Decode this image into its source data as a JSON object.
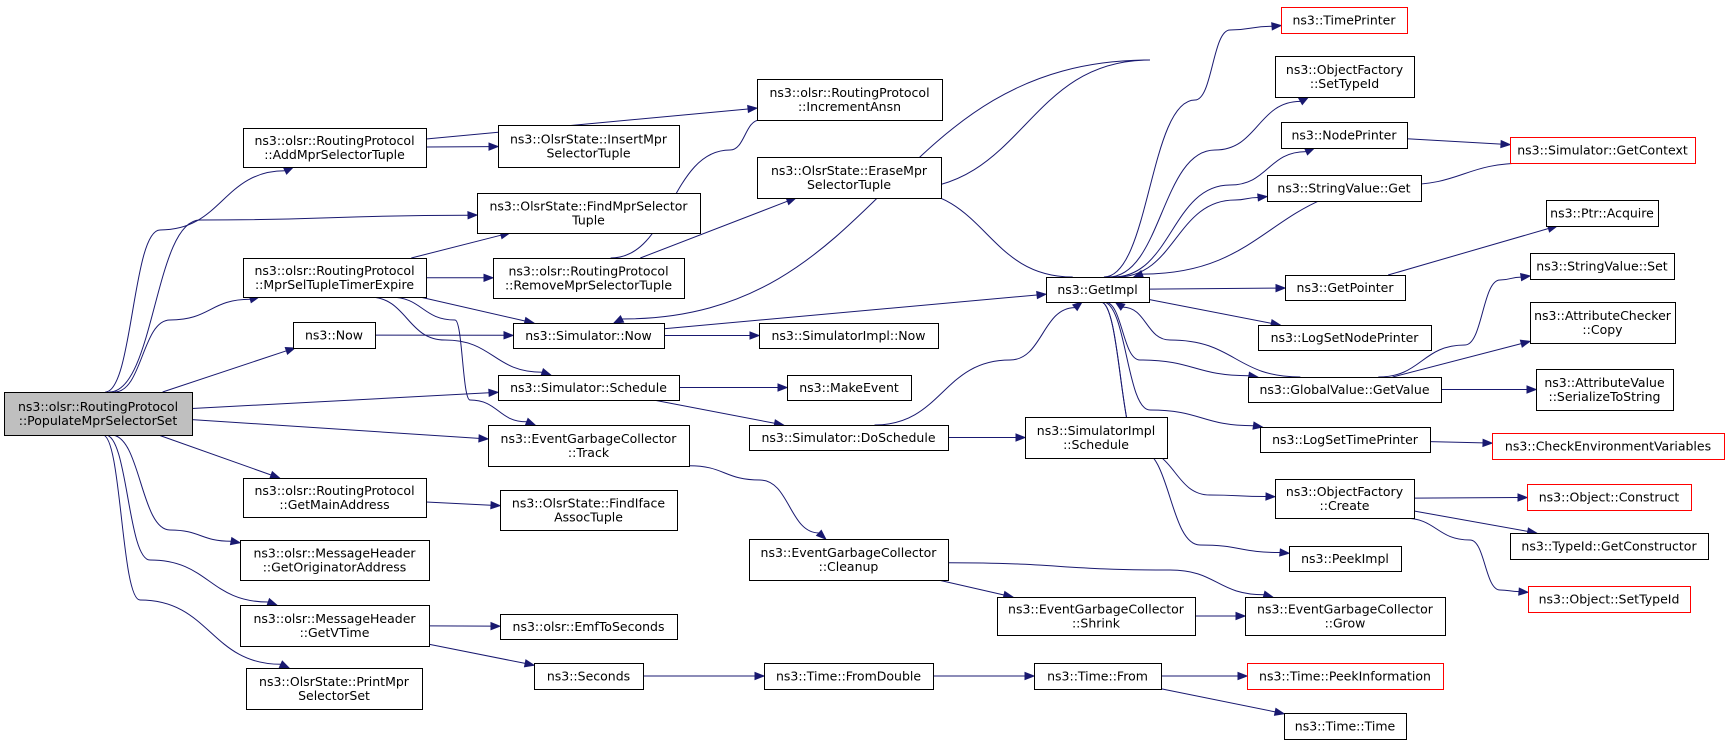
{
  "colors": {
    "edge": "#191970",
    "root_fill": "#bfbfbf",
    "border": "#000000",
    "external_border": "#ff0000"
  },
  "nodes": [
    {
      "id": "populate",
      "lines": [
        "ns3::olsr::RoutingProtocol",
        "::PopulateMprSelectorSet"
      ],
      "style": "root"
    },
    {
      "id": "addmpr",
      "lines": [
        "ns3::olsr::RoutingProtocol",
        "::AddMprSelectorTuple"
      ]
    },
    {
      "id": "mprseltimer",
      "lines": [
        "ns3::olsr::RoutingProtocol",
        "::MprSelTupleTimerExpire"
      ]
    },
    {
      "id": "now",
      "lines": [
        "ns3::Now"
      ]
    },
    {
      "id": "getmainaddr",
      "lines": [
        "ns3::olsr::RoutingProtocol",
        "::GetMainAddress"
      ]
    },
    {
      "id": "getorig",
      "lines": [
        "ns3::olsr::MessageHeader",
        "::GetOriginatorAddress"
      ]
    },
    {
      "id": "getvtime",
      "lines": [
        "ns3::olsr::MessageHeader",
        "::GetVTime"
      ]
    },
    {
      "id": "printmpr",
      "lines": [
        "ns3::OlsrState::PrintMpr",
        "SelectorSet"
      ]
    },
    {
      "id": "insertmpr",
      "lines": [
        "ns3::OlsrState::InsertMpr",
        "SelectorTuple"
      ]
    },
    {
      "id": "findmpr",
      "lines": [
        "ns3::OlsrState::FindMprSelector",
        "Tuple"
      ]
    },
    {
      "id": "removempr",
      "lines": [
        "ns3::olsr::RoutingProtocol",
        "::RemoveMprSelectorTuple"
      ]
    },
    {
      "id": "simnow",
      "lines": [
        "ns3::Simulator::Now"
      ]
    },
    {
      "id": "simschedule",
      "lines": [
        "ns3::Simulator::Schedule"
      ]
    },
    {
      "id": "egctrack",
      "lines": [
        "ns3::EventGarbageCollector",
        "::Track"
      ]
    },
    {
      "id": "findiface",
      "lines": [
        "ns3::OlsrState::FindIface",
        "AssocTuple"
      ]
    },
    {
      "id": "emftosec",
      "lines": [
        "ns3::olsr::EmfToSeconds"
      ]
    },
    {
      "id": "seconds",
      "lines": [
        "ns3::Seconds"
      ]
    },
    {
      "id": "incansn",
      "lines": [
        "ns3::olsr::RoutingProtocol",
        "::IncrementAnsn"
      ]
    },
    {
      "id": "erasempr",
      "lines": [
        "ns3::OlsrState::EraseMpr",
        "SelectorTuple"
      ]
    },
    {
      "id": "simimplnow",
      "lines": [
        "ns3::SimulatorImpl::Now"
      ]
    },
    {
      "id": "makeevent",
      "lines": [
        "ns3::MakeEvent"
      ]
    },
    {
      "id": "dosched",
      "lines": [
        "ns3::Simulator::DoSchedule"
      ]
    },
    {
      "id": "egccleanup",
      "lines": [
        "ns3::EventGarbageCollector",
        "::Cleanup"
      ]
    },
    {
      "id": "fromdouble",
      "lines": [
        "ns3::Time::FromDouble"
      ]
    },
    {
      "id": "getimpl",
      "lines": [
        "ns3::GetImpl"
      ]
    },
    {
      "id": "simimplsched",
      "lines": [
        "ns3::SimulatorImpl",
        "::Schedule"
      ]
    },
    {
      "id": "egcshrink",
      "lines": [
        "ns3::EventGarbageCollector",
        "::Shrink"
      ]
    },
    {
      "id": "timefrom",
      "lines": [
        "ns3::Time::From"
      ]
    },
    {
      "id": "timeprinter",
      "lines": [
        "ns3::TimePrinter"
      ],
      "style": "red"
    },
    {
      "id": "ofsettypeid",
      "lines": [
        "ns3::ObjectFactory",
        "::SetTypeId"
      ]
    },
    {
      "id": "nodeprinter",
      "lines": [
        "ns3::NodePrinter"
      ]
    },
    {
      "id": "strvalget",
      "lines": [
        "ns3::StringValue::Get"
      ]
    },
    {
      "id": "getpointer",
      "lines": [
        "ns3::GetPointer"
      ]
    },
    {
      "id": "logsetnode",
      "lines": [
        "ns3::LogSetNodePrinter"
      ]
    },
    {
      "id": "gvgetvalue",
      "lines": [
        "ns3::GlobalValue::GetValue"
      ]
    },
    {
      "id": "logsettime",
      "lines": [
        "ns3::LogSetTimePrinter"
      ]
    },
    {
      "id": "ofcreate",
      "lines": [
        "ns3::ObjectFactory",
        "::Create"
      ]
    },
    {
      "id": "peekimpl",
      "lines": [
        "ns3::PeekImpl"
      ]
    },
    {
      "id": "egcgrow",
      "lines": [
        "ns3::EventGarbageCollector",
        "::Grow"
      ]
    },
    {
      "id": "peekinfo",
      "lines": [
        "ns3::Time::PeekInformation"
      ],
      "style": "red"
    },
    {
      "id": "timetime",
      "lines": [
        "ns3::Time::Time"
      ]
    },
    {
      "id": "simgetctx",
      "lines": [
        "ns3::Simulator::GetContext"
      ],
      "style": "red"
    },
    {
      "id": "ptracquire",
      "lines": [
        "ns3::Ptr::Acquire"
      ]
    },
    {
      "id": "strvalset",
      "lines": [
        "ns3::StringValue::Set"
      ]
    },
    {
      "id": "attrchkcopy",
      "lines": [
        "ns3::AttributeChecker",
        "::Copy"
      ]
    },
    {
      "id": "attrvalser",
      "lines": [
        "ns3::AttributeValue",
        "::SerializeToString"
      ]
    },
    {
      "id": "checkenv",
      "lines": [
        "ns3::CheckEnvironmentVariables"
      ],
      "style": "red"
    },
    {
      "id": "objconstruct",
      "lines": [
        "ns3::Object::Construct"
      ],
      "style": "red"
    },
    {
      "id": "typeidgetctor",
      "lines": [
        "ns3::TypeId::GetConstructor"
      ]
    },
    {
      "id": "objsettypeid",
      "lines": [
        "ns3::Object::SetTypeId"
      ],
      "style": "red"
    }
  ],
  "edges": [
    [
      "populate",
      "addmpr"
    ],
    [
      "populate",
      "findmpr"
    ],
    [
      "populate",
      "mprseltimer"
    ],
    [
      "populate",
      "now"
    ],
    [
      "populate",
      "simschedule"
    ],
    [
      "populate",
      "egctrack"
    ],
    [
      "populate",
      "getmainaddr"
    ],
    [
      "populate",
      "getorig"
    ],
    [
      "populate",
      "getvtime"
    ],
    [
      "populate",
      "printmpr"
    ],
    [
      "addmpr",
      "incansn"
    ],
    [
      "addmpr",
      "insertmpr"
    ],
    [
      "mprseltimer",
      "findmpr"
    ],
    [
      "mprseltimer",
      "removempr"
    ],
    [
      "mprseltimer",
      "simnow"
    ],
    [
      "mprseltimer",
      "simschedule"
    ],
    [
      "mprseltimer",
      "egctrack"
    ],
    [
      "removempr",
      "incansn"
    ],
    [
      "removempr",
      "erasempr"
    ],
    [
      "now",
      "simnow"
    ],
    [
      "simnow",
      "getimpl"
    ],
    [
      "simnow",
      "simimplnow"
    ],
    [
      "simschedule",
      "makeevent"
    ],
    [
      "simschedule",
      "dosched"
    ],
    [
      "egctrack",
      "egccleanup"
    ],
    [
      "getmainaddr",
      "findiface"
    ],
    [
      "getvtime",
      "emftosec"
    ],
    [
      "getvtime",
      "seconds"
    ],
    [
      "seconds",
      "fromdouble"
    ],
    [
      "fromdouble",
      "timefrom"
    ],
    [
      "timefrom",
      "peekinfo"
    ],
    [
      "timefrom",
      "timetime"
    ],
    [
      "dosched",
      "getimpl"
    ],
    [
      "dosched",
      "simimplsched"
    ],
    [
      "egccleanup",
      "egcshrink"
    ],
    [
      "egccleanup",
      "egcgrow"
    ],
    [
      "egcshrink",
      "egcgrow"
    ],
    [
      "getimpl",
      "simnow"
    ],
    [
      "getimpl",
      "timeprinter"
    ],
    [
      "getimpl",
      "ofsettypeid"
    ],
    [
      "getimpl",
      "nodeprinter"
    ],
    [
      "getimpl",
      "strvalget"
    ],
    [
      "getimpl",
      "getpointer"
    ],
    [
      "getimpl",
      "logsetnode"
    ],
    [
      "getimpl",
      "gvgetvalue"
    ],
    [
      "getimpl",
      "logsettime"
    ],
    [
      "getimpl",
      "ofcreate"
    ],
    [
      "getimpl",
      "peekimpl"
    ],
    [
      "nodeprinter",
      "simgetctx"
    ],
    [
      "simgetctx",
      "getimpl"
    ],
    [
      "getpointer",
      "ptracquire"
    ],
    [
      "gvgetvalue",
      "strvalset"
    ],
    [
      "gvgetvalue",
      "attrchkcopy"
    ],
    [
      "gvgetvalue",
      "attrvalser"
    ],
    [
      "gvgetvalue",
      "getimpl"
    ],
    [
      "logsettime",
      "checkenv"
    ],
    [
      "ofcreate",
      "objconstruct"
    ],
    [
      "ofcreate",
      "typeidgetctor"
    ],
    [
      "ofcreate",
      "objsettypeid"
    ]
  ]
}
